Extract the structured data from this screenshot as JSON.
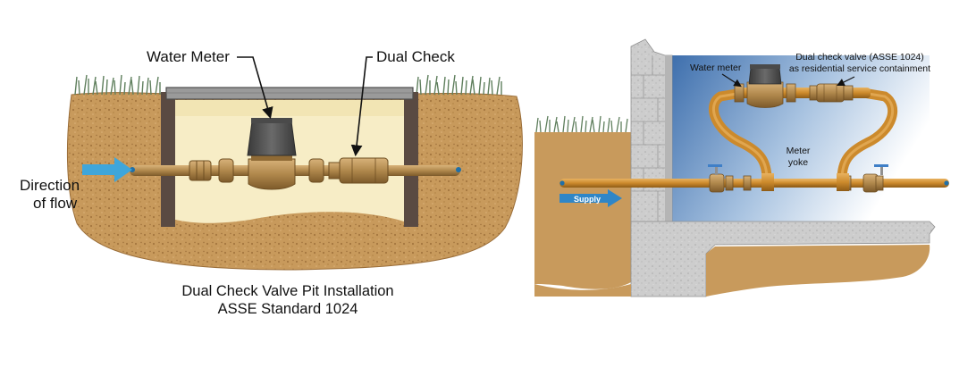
{
  "left_diagram": {
    "labels": {
      "water_meter": "Water Meter",
      "dual_check": "Dual Check",
      "direction_line1": "Direction",
      "direction_line2": "of flow"
    },
    "caption": {
      "line1": "Dual Check Valve Pit Installation",
      "line2": "ASSE Standard 1024"
    }
  },
  "right_diagram": {
    "labels": {
      "water_meter": "Water meter",
      "dual_check_line1": "Dual check valve (ASSE 1024)",
      "dual_check_line2": "as residential service containment",
      "meter_yoke_line1": "Meter",
      "meter_yoke_line2": "yoke",
      "supply": "Supply"
    }
  },
  "colors": {
    "soil": "#c89a5c",
    "soil_dark": "#a5773f",
    "grass": "#6c8a6a",
    "pit_wall": "#5a4a42",
    "pit_interior": "#f7edc6",
    "brass": "#b0884c",
    "brass_dark": "#7d5a2a",
    "meter_head": "#555555",
    "flow_arrow": "#3fa6db",
    "concrete": "#c8c8c8",
    "basement_blue": "#4f7fb8",
    "pipe_orange": "#cc8a2c"
  },
  "icons": [
    "flow-arrow-icon",
    "supply-arrow-icon",
    "water-meter-icon",
    "dual-check-valve-icon",
    "ball-valve-icon"
  ]
}
